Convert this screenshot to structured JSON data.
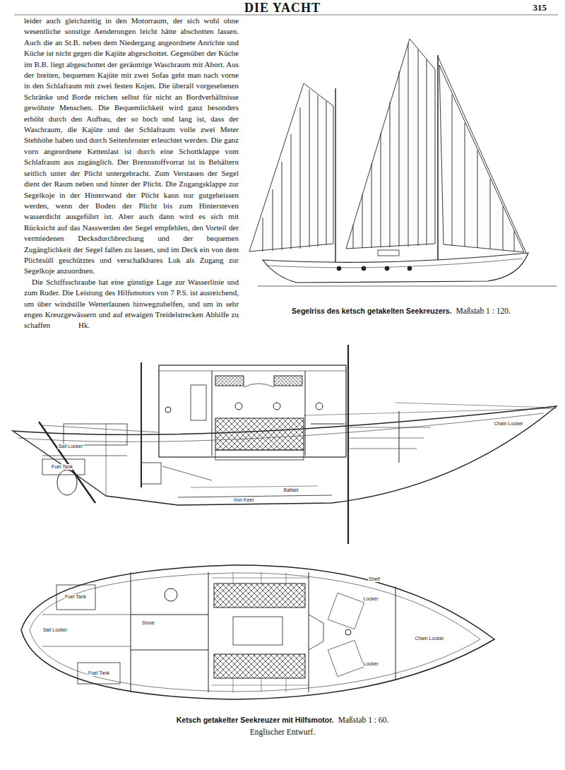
{
  "diagram": {
    "title": "DIE YACHT",
    "labels": [
      "315",
      "leider auch gleichzeitig in den Motorraum, der sich wohl ohne wesentliche sonstige Aenderungen leicht hätte abschotten lassen. Auch die an St.B. neben dem Niedergang angeordnete Anrichte und Küche ist nicht gegen die Kajüte abgeschottet. Gegenüber der Küche im B.B. liegt abgeschottet der geräumige Waschraum mit Abort. Aus der breiten, bequemen Kajüte mit zwei Sofas geht man nach vorne in den Schlafraum mit zwei festen Kojen. Die überall vorgesehenen Schränke und Borde reichen selbst für nicht an Bordverhältnisse gewöhnte Menschen. Die Bequemlichkeit wird ganz besonders erhöht durch den Aufbau, der so hoch und lang ist, dass der Waschraum, die Kajüte und der Schlafraum volle zwei Meter Stehhöhe haben und durch Seitenfenster erleuchtet werden. Die ganz vorn angeordnete Kettenlast ist durch eine Schottklappe vom Schlafraum aus zugänglich. Der Brennstoffvorrat ist in Behältern seitlich unter der Plicht untergebracht. Zum Verstauen der Segel dient der Raum neben und hinter der Plicht. Die Zugangsklappe zur Segelkoje in der Hinterwand der Plicht kann nur gutgeheissen werden, wenn der Boden der Plicht bis zum Hintersteven wasserdicht ausgeführt ist. Aber auch dann wird es sich mit Rücksicht auf das Nasswerden der Segel empfehlen, den Vorteil der vermiedenen Decksdurchbrechung und der bequemen Zugänglichkeit der Segel fallen zu lassen, und im Deck ein von dem Plichtsüll geschütztes und verschalkbares Luk als Zugang zur Segelkoje anzuordnen.",
      "Die Schiffsschraube hat eine günstige Lage zur Wasserlinie und zum Ruder. Die Leistung des Hilfsmotors von 7 P.S. ist ausreichend, um über windstille Wetterlaunen hinwegzuhelfen, und um in sehr engen Kreuzgewässern und auf etwaigen Treidelstrecken Abhilfe zu schaffen",
      "Hk.",
      "Segelriss des ketsch getakelten Seekreuzers.",
      "Maßstab 1 : 120.",
      "Ketsch getakelter Seekreuzer mit Hilfsmotor.",
      "Maßstab 1 : 60.",
      "Englischer Entwurf.",
      "Sail Locker",
      "Fuel Tank",
      "Ballast",
      "Iron Keel",
      "Chain Locker",
      "Fuel Tank",
      "Fuel Tank",
      "Sail Locker",
      "Stove",
      "Chain Locker",
      "Locker",
      "Locker",
      "Shelf"
    ]
  }
}
